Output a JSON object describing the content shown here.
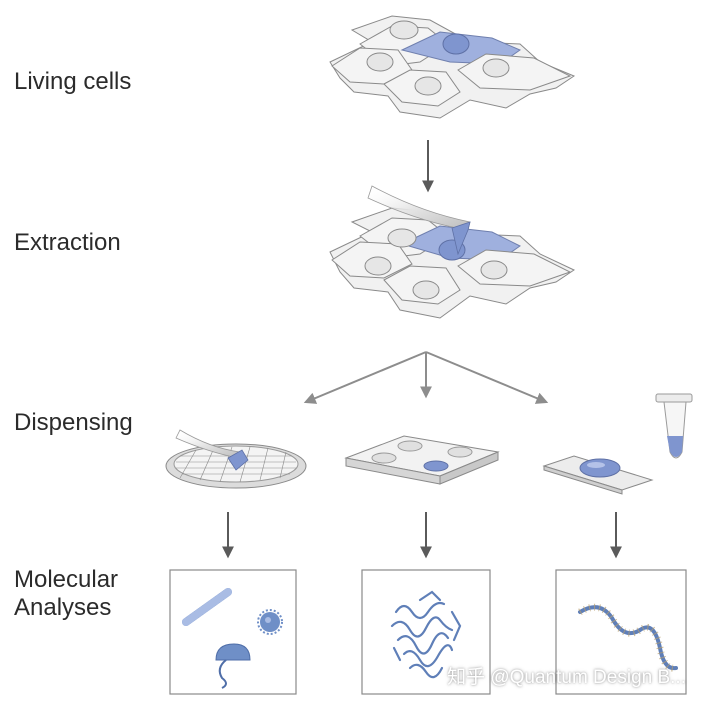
{
  "stages": {
    "living_cells": "Living cells",
    "extraction": "Extraction",
    "dispensing": "Dispensing",
    "molecular_line1": "Molecular",
    "molecular_line2": "Analyses"
  },
  "watermark": "知乎 @Quantum Design B...",
  "colors": {
    "cell_fill": "#f1f1f1",
    "cell_stroke": "#8a8a8a",
    "highlight_cell": "#9fb0de",
    "arrow": "#5a5a5a",
    "molecule": "#6f8fc7",
    "frame": "#8a8a8a"
  },
  "icons": [
    "cell-sheet-icon",
    "micropipette-icon",
    "em-grid-icon",
    "microwell-plate-icon",
    "glass-slide-icon",
    "tube-icon",
    "protein-structure-icon",
    "rna-strand-icon"
  ]
}
